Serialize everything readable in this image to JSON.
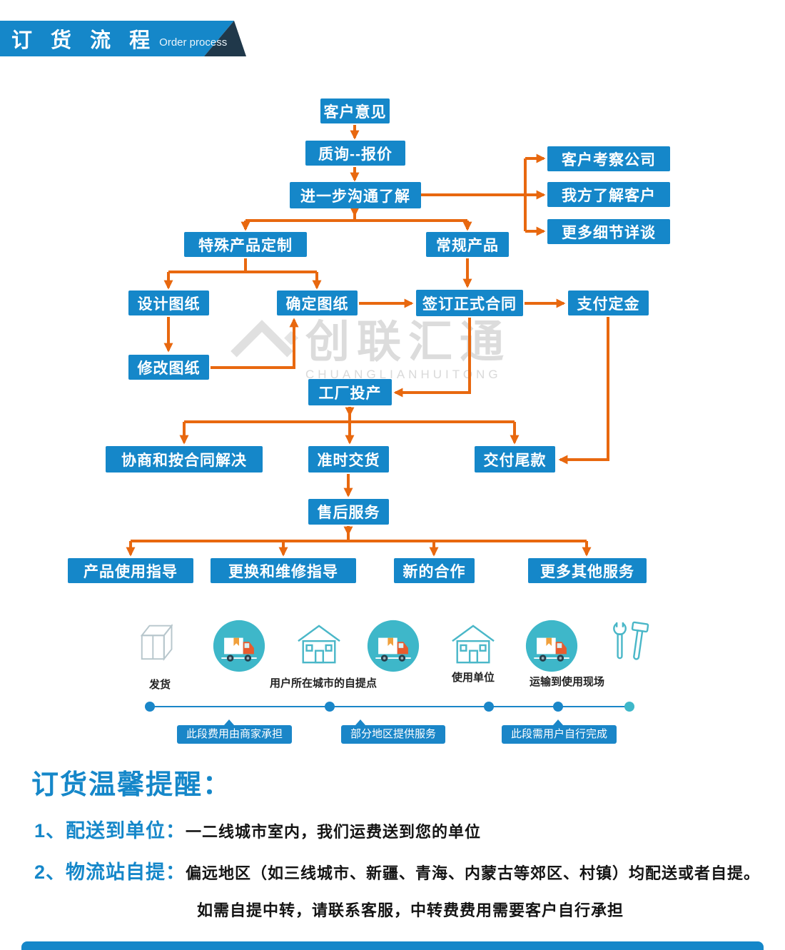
{
  "header": {
    "title": "订 货 流 程",
    "subtitle": "Order process"
  },
  "watermark": {
    "name": "创联汇通",
    "latin": "CHUANGLIANHUITONG"
  },
  "flowchart": {
    "nodes": [
      {
        "id": "customer-feedback",
        "label": "客户意见"
      },
      {
        "id": "inquiry-quote",
        "label": "质询--报价"
      },
      {
        "id": "further-communication",
        "label": "进一步沟通了解"
      },
      {
        "id": "inspect-company",
        "label": "客户考察公司"
      },
      {
        "id": "understand-customer",
        "label": "我方了解客户"
      },
      {
        "id": "more-details",
        "label": "更多细节详谈"
      },
      {
        "id": "special-custom",
        "label": "特殊产品定制"
      },
      {
        "id": "regular-product",
        "label": "常规产品"
      },
      {
        "id": "design-drawing",
        "label": "设计图纸"
      },
      {
        "id": "confirm-drawing",
        "label": "确定图纸"
      },
      {
        "id": "sign-contract",
        "label": "签订正式合同"
      },
      {
        "id": "pay-deposit",
        "label": "支付定金"
      },
      {
        "id": "modify-drawing",
        "label": "修改图纸"
      },
      {
        "id": "factory-production",
        "label": "工厂投产"
      },
      {
        "id": "negotiate",
        "label": "协商和按合同解决"
      },
      {
        "id": "ontime-delivery",
        "label": "准时交货"
      },
      {
        "id": "pay-balance",
        "label": "交付尾款"
      },
      {
        "id": "aftersales",
        "label": "售后服务"
      },
      {
        "id": "usage-guide",
        "label": "产品使用指导"
      },
      {
        "id": "repair-guide",
        "label": "更换和维修指导"
      },
      {
        "id": "new-cooperation",
        "label": "新的合作"
      },
      {
        "id": "more-services",
        "label": "更多其他服务"
      }
    ],
    "edges": [
      [
        "customer-feedback",
        "inquiry-quote"
      ],
      [
        "inquiry-quote",
        "further-communication"
      ],
      [
        "further-communication",
        "inspect-company"
      ],
      [
        "further-communication",
        "understand-customer"
      ],
      [
        "further-communication",
        "more-details"
      ],
      [
        "further-communication",
        "special-custom"
      ],
      [
        "further-communication",
        "regular-product"
      ],
      [
        "special-custom",
        "design-drawing"
      ],
      [
        "special-custom",
        "confirm-drawing"
      ],
      [
        "design-drawing",
        "modify-drawing"
      ],
      [
        "modify-drawing",
        "confirm-drawing"
      ],
      [
        "confirm-drawing",
        "sign-contract"
      ],
      [
        "regular-product",
        "sign-contract"
      ],
      [
        "sign-contract",
        "pay-deposit"
      ],
      [
        "sign-contract",
        "factory-production"
      ],
      [
        "pay-deposit",
        "pay-balance"
      ],
      [
        "factory-production",
        "negotiate"
      ],
      [
        "factory-production",
        "ontime-delivery"
      ],
      [
        "factory-production",
        "pay-balance"
      ],
      [
        "ontime-delivery",
        "aftersales"
      ],
      [
        "aftersales",
        "usage-guide"
      ],
      [
        "aftersales",
        "repair-guide"
      ],
      [
        "aftersales",
        "new-cooperation"
      ],
      [
        "aftersales",
        "more-services"
      ]
    ]
  },
  "logistics": {
    "ship_label": "发货",
    "pickup_label": "用户所在城市的自提点",
    "user_label": "使用单位",
    "transport_label": "运输到使用现场",
    "tags": [
      "此段费用由商家承担",
      "部分地区提供服务",
      "此段需用户自行完成"
    ]
  },
  "reminder": {
    "title": "订货温馨提醒：",
    "items": [
      {
        "prefix": "1、配送到单位：",
        "text": "一二线城市室内，我们运费送到您的单位"
      },
      {
        "prefix": "2、物流站自提：",
        "text": "偏远地区（如三线城市、新疆、青海、内蒙古等郊区、村镇）均配送或者自提。"
      },
      {
        "prefix": "",
        "text": "如需自提中转，请联系客服，中转费费用需要客户自行承担"
      }
    ]
  },
  "colors": {
    "primary_blue": "#1587c9",
    "navy": "#20384a",
    "arrow_orange": "#e8680f",
    "teal": "#3eb7c9",
    "watermark_gray": "#dcdcdc"
  }
}
